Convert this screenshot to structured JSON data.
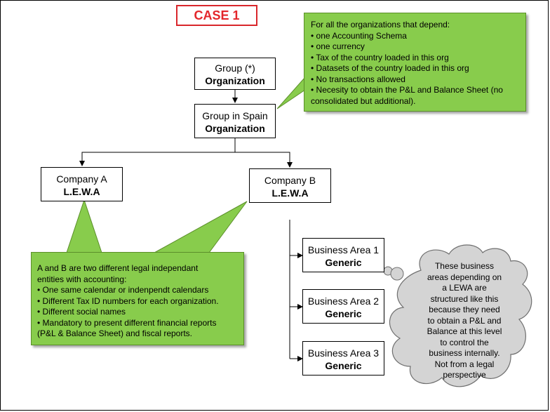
{
  "title": "CASE 1",
  "nodes": {
    "group": {
      "line1": "Group (*)",
      "line2": "Organization"
    },
    "group_spain": {
      "line1": "Group in Spain",
      "line2": "Organization"
    },
    "company_a": {
      "line1": "Company A",
      "line2": "L.E.W.A"
    },
    "company_b": {
      "line1": "Company B",
      "line2": "L.E.W.A"
    },
    "ba1": {
      "line1": "Business Area 1",
      "line2": "Generic"
    },
    "ba2": {
      "line1": "Business Area 2",
      "line2": "Generic"
    },
    "ba3": {
      "line1": "Business Area 3",
      "line2": "Generic"
    }
  },
  "callout_top": {
    "lines": [
      "For all the organizations that depend:",
      "• one Accounting Schema",
      "• one currency",
      "• Tax of the country loaded in this org",
      "• Datasets of the country loaded in this org",
      "• No transactions allowed",
      "• Necesity to obtain the P&L and Balance Sheet (no",
      "consolidated but additional)."
    ]
  },
  "callout_bottom": {
    "lines": [
      "A and B are two different legal independant",
      "entities with accounting:",
      "• One same calendar or indenpendt calendars",
      "• Different Tax ID numbers for each organization.",
      "• Different social names",
      "• Mandatory to present different financial reports",
      "(P&L & Balance Sheet) and fiscal reports."
    ]
  },
  "cloud": {
    "lines": [
      "These business",
      "areas depending on",
      "a LEWA are",
      "structured like this",
      "because they need",
      "to obtain a P&L and",
      "Balance at this level",
      "to control the",
      "business internally.",
      "Not from a legal",
      "perspective"
    ]
  },
  "colors": {
    "title_red": "#e3262b",
    "callout_green": "#88cc4c",
    "cloud_gray": "#d4d4d4"
  }
}
